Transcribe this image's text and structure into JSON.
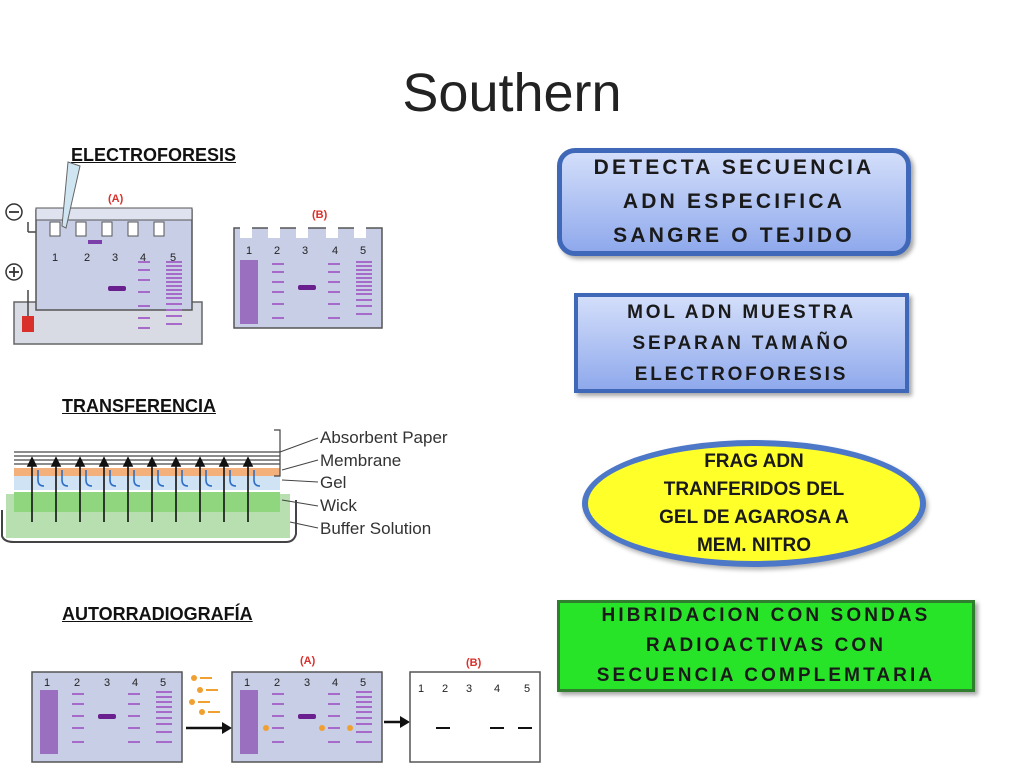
{
  "title": "Southern",
  "sections": {
    "electroforesis": "ELECTROFORESIS",
    "transferencia": "TRANSFERENCIA",
    "autorradiografia": "AUTORRADIOGRAFÍA"
  },
  "boxes": {
    "detecta": [
      "DETECTA SECUENCIA",
      "ADN ESPECIFICA",
      "SANGRE O TEJIDO"
    ],
    "mol": [
      "MOL ADN MUESTRA",
      "SEPARAN TAMAÑO",
      "ELECTROFORESIS"
    ],
    "frag": [
      "FRAG  ADN",
      "TRANFERIDOS DEL",
      "GEL DE AGAROSA  A",
      "MEM. NITRO"
    ],
    "hibridacion": [
      "HIBRIDACION CON SONDAS",
      "RADIOACTIVAS CON",
      "SECUENCIA COMPLEMTARIA"
    ]
  },
  "electro_diagram": {
    "label_a": "(A)",
    "label_b": "(B)",
    "minus": "−",
    "plus": "+",
    "lanes": [
      "1",
      "2",
      "3",
      "4",
      "5"
    ]
  },
  "transfer_diagram": {
    "layers": [
      "Absorbent Paper",
      "Membrane",
      "Gel",
      "Wick",
      "Buffer Solution"
    ]
  },
  "autorad_diagram": {
    "label_a": "(A)",
    "label_b": "(B)",
    "lanes": [
      "1",
      "2",
      "3",
      "4",
      "5"
    ]
  },
  "colors": {
    "box_blue_border": "#3f68b8",
    "box_yellow": "#ffff2a",
    "box_green": "#28e428",
    "gel_purple": "#9b6fc0",
    "label_red": "#d9302c"
  }
}
